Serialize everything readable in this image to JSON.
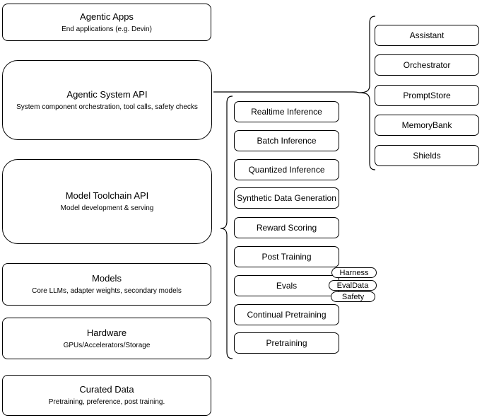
{
  "colors": {
    "background": "#ffffff",
    "stroke": "#000000",
    "text": "#000000"
  },
  "left_stack": [
    {
      "title": "Agentic Apps",
      "subtitle": "End applications (e.g. Devin)"
    },
    {
      "title": "Agentic System API",
      "subtitle": "System component orchestration, tool calls, safety checks"
    },
    {
      "title": "Model Toolchain API",
      "subtitle": "Model development & serving"
    },
    {
      "title": "Models",
      "subtitle": "Core LLMs, adapter weights, secondary models"
    },
    {
      "title": "Hardware",
      "subtitle": "GPUs/Accelerators/Storage"
    },
    {
      "title": "Curated Data",
      "subtitle": "Pretraining, preference, post training."
    }
  ],
  "toolchain_group": {
    "items": [
      "Realtime Inference",
      "Batch Inference",
      "Quantized Inference",
      "Synthetic Data Generation",
      "Reward Scoring",
      "Post Training",
      "Evals",
      "Continual Pretraining",
      "Pretraining"
    ]
  },
  "system_group": {
    "items": [
      "Assistant",
      "Orchestrator",
      "PromptStore",
      "MemoryBank",
      "Shields"
    ]
  },
  "eval_tags": [
    "Harness",
    "EvalData",
    "Safety"
  ]
}
